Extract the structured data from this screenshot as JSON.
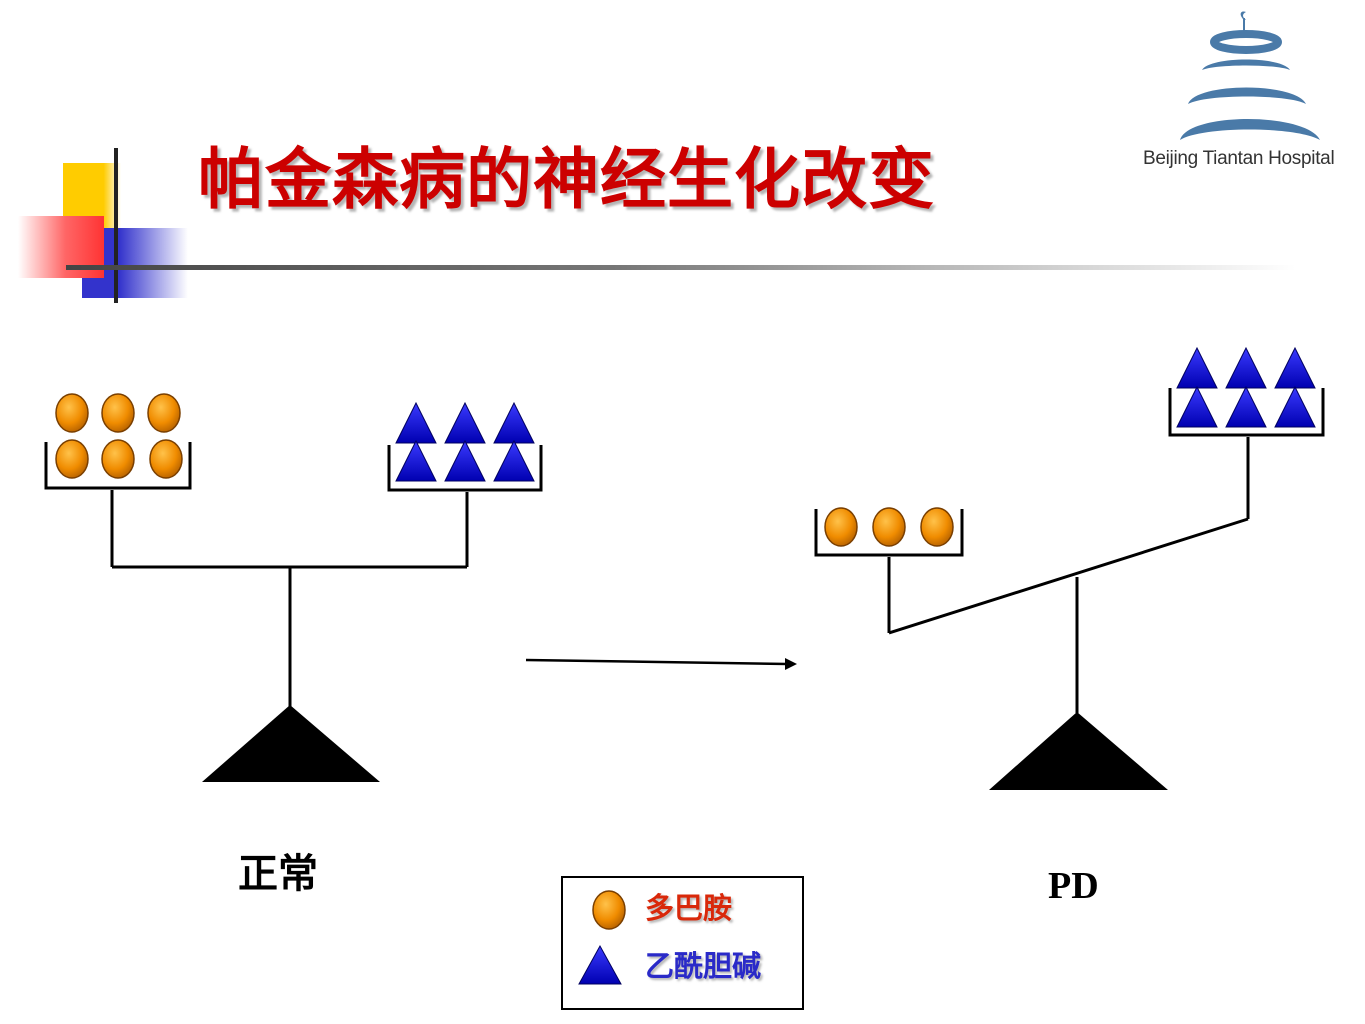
{
  "title": "帕金森病的神经生化改变",
  "logo": {
    "text": "Beijing Tiantan Hospital",
    "icon": "temple-of-heaven-icon"
  },
  "states": {
    "normal": {
      "label": "正常",
      "left_pan": {
        "shape": "circle",
        "count": 6
      },
      "right_pan": {
        "shape": "triangle",
        "count": 6
      },
      "balance": "level"
    },
    "pd": {
      "label": "PD",
      "left_pan": {
        "shape": "circle",
        "count": 3
      },
      "right_pan": {
        "shape": "triangle",
        "count": 6
      },
      "balance": "tilted"
    }
  },
  "legend": {
    "dopamine": {
      "label": "多巴胺",
      "icon": "orange-circle-icon",
      "color": "#d9280a"
    },
    "acetylcholine": {
      "label": "乙酰胆碱",
      "icon": "blue-triangle-icon",
      "color": "#2a2ac8"
    }
  },
  "colors": {
    "title": "#cc0000",
    "dopamine_fill": "#f08c00",
    "acetylcholine_fill": "#0000cc",
    "logo_blue": "#4a7aa8"
  }
}
